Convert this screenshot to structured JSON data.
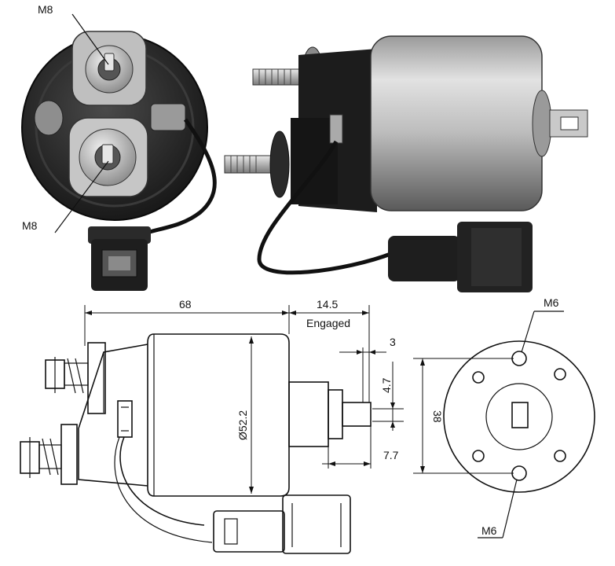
{
  "labels": {
    "top_thread_upper": "M8",
    "top_thread_lower": "M8",
    "overall_length": "68",
    "stroke_length": "14.5",
    "stroke_state": "Engaged",
    "plunger_slot": "3",
    "plunger_width": "4.7",
    "plunger_length": "7.7",
    "body_diameter": "Ø52.2",
    "bolt_spacing": "38",
    "mount_thread_upper": "M6",
    "mount_thread_lower": "M6"
  },
  "colors": {
    "metal_light": "#cfcfcf",
    "metal_dark": "#6b6b6b",
    "cap_black": "#1e1e1e",
    "line": "#111111"
  }
}
